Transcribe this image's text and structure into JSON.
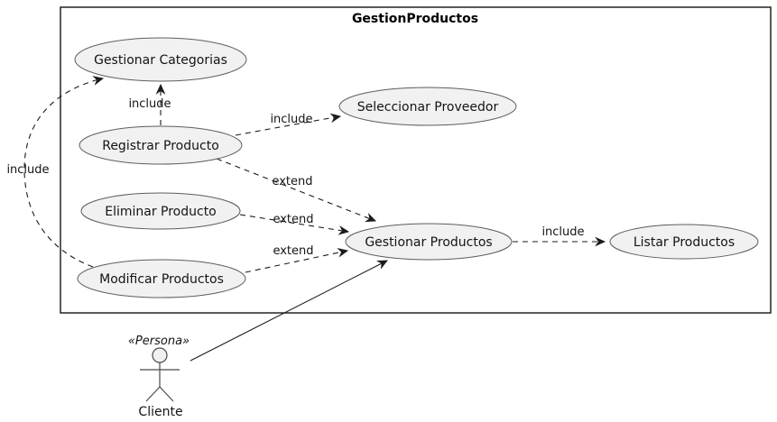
{
  "diagram": {
    "type": "uml-use-case",
    "package": {
      "title": "GestionProductos"
    },
    "actor": {
      "stereotype": "«Persona»",
      "name": "Cliente"
    },
    "usecases": [
      {
        "id": "gestionar-categorias",
        "label": "Gestionar Categorias"
      },
      {
        "id": "seleccionar-proveedor",
        "label": "Seleccionar Proveedor"
      },
      {
        "id": "registrar-producto",
        "label": "Registrar Producto"
      },
      {
        "id": "eliminar-producto",
        "label": "Eliminar Producto"
      },
      {
        "id": "modificar-productos",
        "label": "Modificar Productos"
      },
      {
        "id": "gestionar-productos",
        "label": "Gestionar Productos"
      },
      {
        "id": "listar-productos",
        "label": "Listar Productos"
      }
    ],
    "edges": [
      {
        "from": "Registrar Producto",
        "to": "Gestionar Categorias",
        "label": "include",
        "line": "dashed"
      },
      {
        "from": "Modificar Productos",
        "to": "Gestionar Categorias",
        "label": "include",
        "line": "dashed"
      },
      {
        "from": "Registrar Producto",
        "to": "Seleccionar Proveedor",
        "label": "include",
        "line": "dashed"
      },
      {
        "from": "Registrar Producto",
        "to": "Gestionar Productos",
        "label": "extend",
        "line": "dashed"
      },
      {
        "from": "Eliminar Producto",
        "to": "Gestionar Productos",
        "label": "extend",
        "line": "dashed"
      },
      {
        "from": "Modificar Productos",
        "to": "Gestionar Productos",
        "label": "extend",
        "line": "dashed"
      },
      {
        "from": "Gestionar Productos",
        "to": "Listar Productos",
        "label": "include",
        "line": "dashed"
      },
      {
        "from": "Cliente",
        "to": "Gestionar Productos",
        "label": "",
        "line": "solid"
      }
    ],
    "colors": {
      "background": "#ffffff",
      "usecase_fill": "#f1f1f1",
      "usecase_border": "#5d5d5d",
      "package_border": "#141414",
      "edge_line": "#1b1b1b",
      "text": "#141414"
    }
  }
}
